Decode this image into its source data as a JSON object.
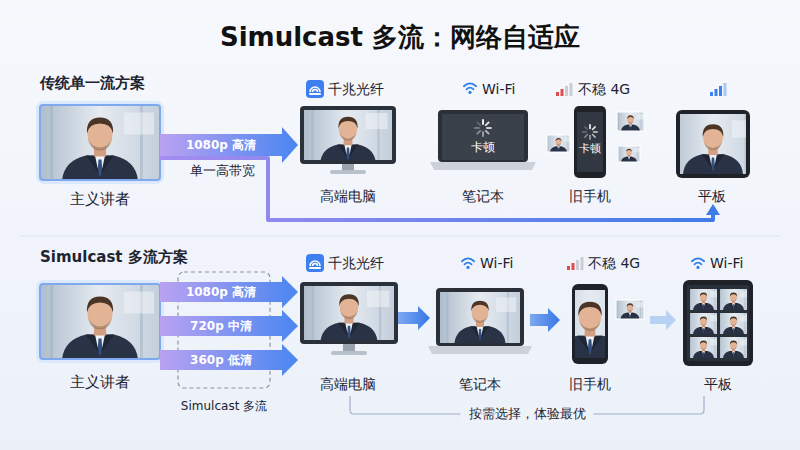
{
  "diagram": {
    "title": "Simulcast 多流：网络自适应",
    "nodes": [
      {
        "text": [
          "主义讲者"
        ]
      },
      {
        "text": [
          "千兆光纤",
          "高端电脑"
        ]
      },
      {
        "text": [
          "Wi-Fi",
          "卡顿",
          "笔记本"
        ]
      },
      {
        "text": [
          "不稳 4G",
          "卡顿",
          "旧手机"
        ]
      },
      {
        "text": [
          "平板"
        ]
      },
      {
        "text": [
          "主义讲者"
        ]
      },
      {
        "text": [
          "千兆光纤",
          "高端电脑"
        ]
      },
      {
        "text": [
          "Wi-Fi",
          "笔记本"
        ]
      },
      {
        "text": [
          "不稳 4G",
          "旧手机"
        ]
      },
      {
        "text": [
          "Wi-Fi",
          "平板"
        ]
      }
    ],
    "edges": [
      {
        "from": 0,
        "to": 1,
        "arrow": "to",
        "label": "1080p 高清"
      },
      {
        "from": 0,
        "to": 4,
        "arrow": "to"
      },
      {
        "from": 5,
        "to": 6,
        "arrow": "to",
        "label": "1080p 高清"
      },
      {
        "from": 5,
        "to": 6,
        "arrow": "to",
        "label": "720p 中清"
      },
      {
        "from": 5,
        "to": 6,
        "arrow": "to",
        "label": "360p 低清"
      },
      {
        "from": 6,
        "to": 7,
        "arrow": "to"
      },
      {
        "from": 7,
        "to": 8,
        "arrow": "to"
      },
      {
        "from": 8,
        "to": 9,
        "arrow": "to"
      }
    ],
    "labels": [
      "传统单一流方案",
      "单一高带宽",
      "Simulcast 多流方案",
      "Simulcast 多流",
      "按需选择，体验最优"
    ]
  }
}
